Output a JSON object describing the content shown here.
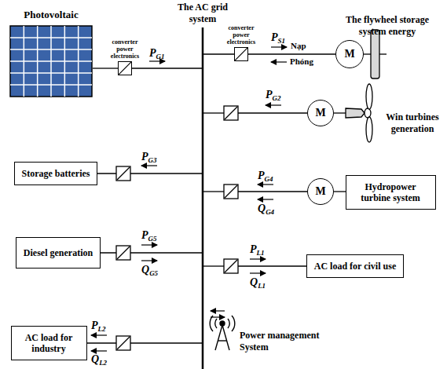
{
  "diagram": {
    "nodes": [
      {
        "text": [
          "Photovoltaic"
        ]
      },
      {
        "text": [
          "converter power electronics"
        ]
      },
      {
        "text": [
          "converter power electronics"
        ]
      },
      {
        "text": [
          "The flywheel storage system energy",
          "M"
        ]
      },
      {
        "text": [
          "M"
        ]
      },
      {
        "text": [
          "Storage batteries"
        ]
      },
      {
        "text": [
          "M"
        ]
      },
      {
        "text": [
          "Hydropower turbine system"
        ]
      },
      {
        "text": [
          "Diesel generation"
        ]
      },
      {
        "text": [
          "AC load for civil use"
        ]
      },
      {
        "text": [
          "AC load for industry"
        ]
      }
    ],
    "edges": [
      {
        "from": 0,
        "to": 1,
        "arrow": "none"
      },
      {
        "from": 2,
        "to": 3,
        "arrow": "none"
      },
      {
        "from": 6,
        "to": 7,
        "arrow": "none"
      }
    ],
    "labels": [
      "The AC grid system",
      "PG1",
      "PS1",
      "Nạp",
      "Phóng",
      "PG2",
      "Win turbines generation",
      "PG3",
      "PG4",
      "QG4",
      "PG5",
      "QG5",
      "PL1",
      "QL1",
      "PL2",
      "QL2",
      "Power management System"
    ]
  }
}
